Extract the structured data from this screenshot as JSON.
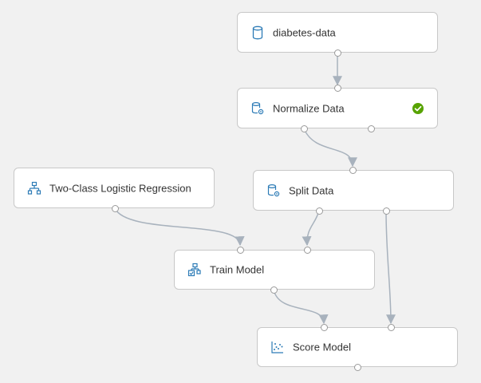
{
  "modules": {
    "diabetes_data": {
      "label": "diabetes-data",
      "icon": "dataset-icon"
    },
    "normalize_data": {
      "label": "Normalize Data",
      "icon": "data-transform-icon",
      "status": "completed"
    },
    "split_data": {
      "label": "Split Data",
      "icon": "data-transform-icon"
    },
    "logistic_regression": {
      "label": "Two-Class Logistic Regression",
      "icon": "algorithm-icon"
    },
    "train_model": {
      "label": "Train Model",
      "icon": "train-model-icon"
    },
    "score_model": {
      "label": "Score Model",
      "icon": "score-model-icon"
    }
  },
  "colors": {
    "canvas": "#f1f1f1",
    "module_border": "#c8c8c8",
    "icon": "#2c7bb6",
    "connector": "#a8b2bd",
    "success": "#57a300"
  }
}
